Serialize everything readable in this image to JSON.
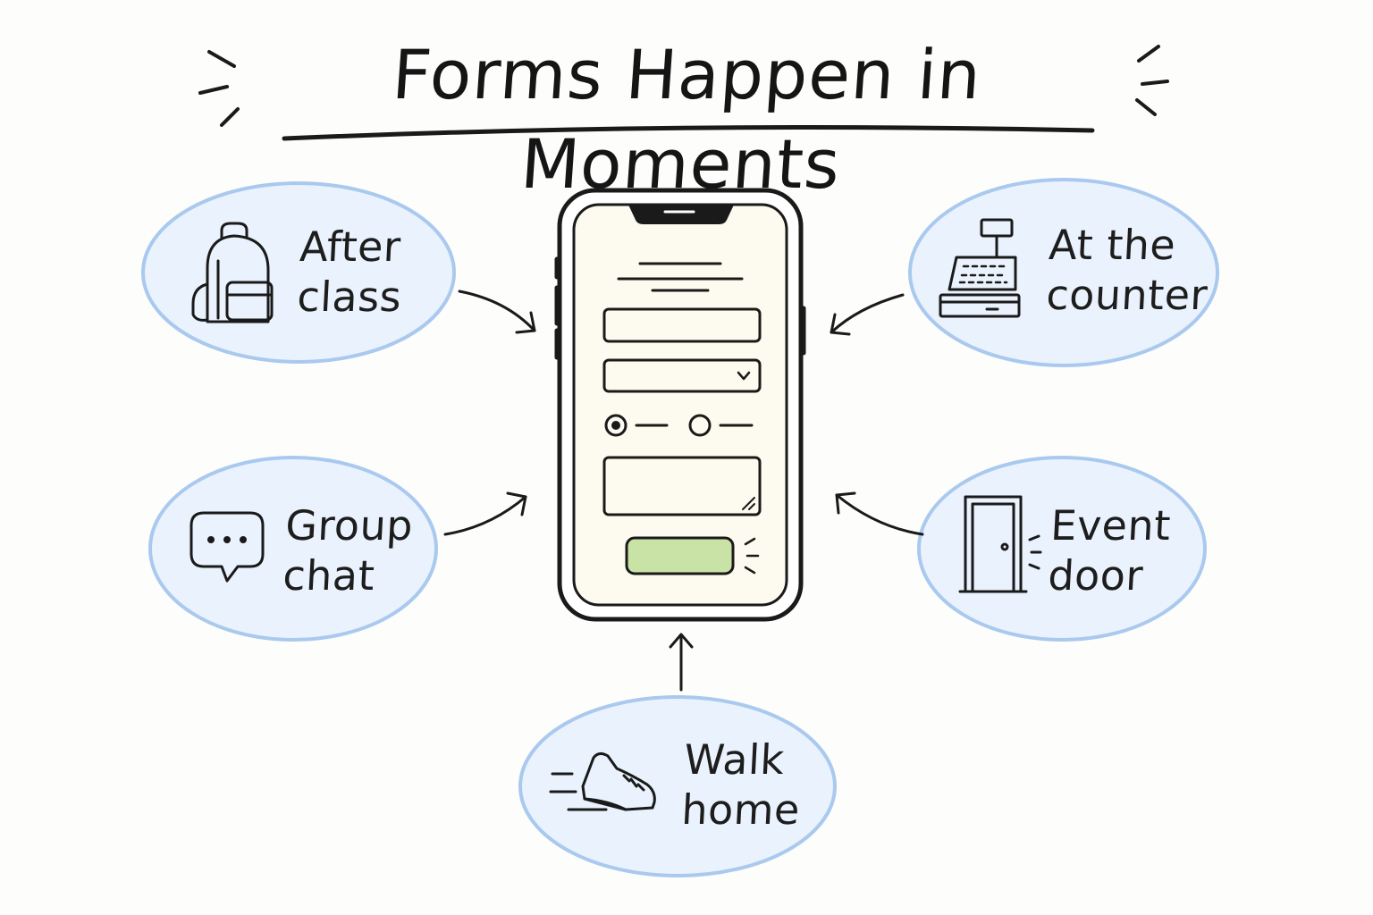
{
  "title": "Forms Happen in Moments",
  "colors": {
    "bubble_fill": "#eaf2fd",
    "bubble_stroke": "#a9c9ee",
    "phone_screen": "#fdfbef",
    "submit_button": "#c9e3a6",
    "ink": "#1a1a1a"
  },
  "moments": [
    {
      "id": "after-class",
      "label": "After\nclass",
      "icon": "backpack-icon"
    },
    {
      "id": "at-the-counter",
      "label": "At the\ncounter",
      "icon": "cash-register-icon"
    },
    {
      "id": "group-chat",
      "label": "Group\nchat",
      "icon": "chat-bubble-icon"
    },
    {
      "id": "event-door",
      "label": "Event\ndoor",
      "icon": "door-icon"
    },
    {
      "id": "walk-home",
      "label": "Walk\nhome",
      "icon": "sneaker-icon"
    }
  ],
  "phone": {
    "form_fields": [
      "text-field",
      "dropdown-field",
      "radio-group",
      "textarea-field",
      "submit-button"
    ]
  }
}
